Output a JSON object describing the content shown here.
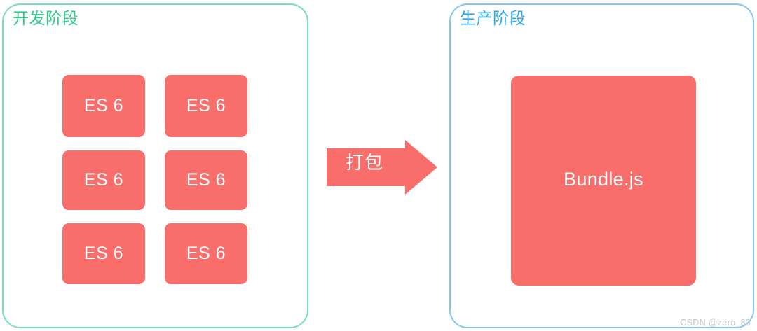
{
  "diagram": {
    "title": "ES6 modules bundled into Bundle.js",
    "colors": {
      "module_fill": "#f96e6a",
      "bundle_fill": "#f96e6a",
      "dev_border": "#77dfb8",
      "dev_text": "#2ecc8f",
      "prod_border": "#83c6f2",
      "prod_text": "#27a8ec",
      "label_text": "#ffffff",
      "watermark_text": "#c3c8cc",
      "background": "#ffffff"
    },
    "dev_phase": {
      "label": "开发阶段",
      "modules": [
        {
          "label": "ES 6"
        },
        {
          "label": "ES 6"
        },
        {
          "label": "ES 6"
        },
        {
          "label": "ES 6"
        },
        {
          "label": "ES 6"
        },
        {
          "label": "ES 6"
        }
      ]
    },
    "arrow": {
      "label": "打包",
      "direction": "right"
    },
    "prod_phase": {
      "label": "生产阶段",
      "bundle": {
        "label": "Bundle.js"
      }
    },
    "watermark": {
      "text": "CSDN @zero_80"
    }
  }
}
